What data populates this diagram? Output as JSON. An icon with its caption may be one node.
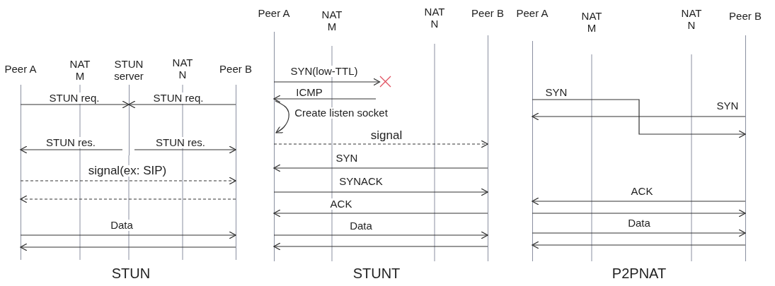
{
  "diagram": {
    "nodes": [
      {
        "text": [
          "Peer A"
        ]
      },
      {
        "text": [
          "NAT M"
        ]
      },
      {
        "text": [
          "STUN server"
        ]
      },
      {
        "text": [
          "NAT N"
        ]
      },
      {
        "text": [
          "Peer B"
        ]
      },
      {
        "text": [
          "Peer A"
        ]
      },
      {
        "text": [
          "NAT M"
        ]
      },
      {
        "text": [
          "NAT N"
        ]
      },
      {
        "text": [
          "Peer B"
        ]
      },
      {
        "text": [
          "Peer A"
        ]
      },
      {
        "text": [
          "NAT M"
        ]
      },
      {
        "text": [
          "NAT N"
        ]
      },
      {
        "text": [
          "Peer B"
        ]
      },
      {
        "text": [],
        "shape": "cross"
      }
    ],
    "edges": [
      {
        "from": 0,
        "to": 2,
        "arrow": "to",
        "label": "STUN req."
      },
      {
        "from": 4,
        "to": 2,
        "arrow": "to",
        "label": "STUN req."
      },
      {
        "from": 2,
        "to": 0,
        "arrow": "to",
        "label": "STUN res."
      },
      {
        "from": 2,
        "to": 4,
        "arrow": "to",
        "label": "STUN res."
      },
      {
        "from": 0,
        "to": 4,
        "arrow": "to",
        "label": "signal(ex: SIP)",
        "style": "dashed"
      },
      {
        "from": 4,
        "to": 0,
        "arrow": "to",
        "style": "dashed"
      },
      {
        "from": 0,
        "to": 4,
        "arrow": "to",
        "label": "Data"
      },
      {
        "from": 4,
        "to": 0,
        "arrow": "to"
      },
      {
        "from": 5,
        "to": 13,
        "arrow": "to",
        "label": "SYN(low-TTL)"
      },
      {
        "from": null,
        "to": 5,
        "arrow": "to",
        "label": "ICMP"
      },
      {
        "from": 5,
        "to": 5,
        "arrow": "to",
        "label": "Create listen socket"
      },
      {
        "from": 5,
        "to": 8,
        "arrow": "to",
        "label": "signal",
        "style": "dashed"
      },
      {
        "from": 8,
        "to": 5,
        "arrow": "to",
        "label": "SYN"
      },
      {
        "from": 5,
        "to": 8,
        "arrow": "to",
        "label": "SYNACK"
      },
      {
        "from": 8,
        "to": 5,
        "arrow": "to",
        "label": "ACK"
      },
      {
        "from": 5,
        "to": 8,
        "arrow": "to",
        "label": "Data"
      },
      {
        "from": 8,
        "to": 5,
        "arrow": "to"
      },
      {
        "from": 9,
        "to": 12,
        "arrow": "to",
        "label": "SYN"
      },
      {
        "from": 12,
        "to": 9,
        "arrow": "to",
        "label": "SYN"
      },
      {
        "from": 12,
        "to": 9,
        "arrow": "to",
        "label": "ACK"
      },
      {
        "from": 9,
        "to": 12,
        "arrow": "to"
      },
      {
        "from": 9,
        "to": 12,
        "arrow": "to",
        "label": "Data"
      },
      {
        "from": 12,
        "to": 9,
        "arrow": "to"
      }
    ],
    "labels": [
      "STUN",
      "STUNT",
      "P2PNAT"
    ]
  }
}
